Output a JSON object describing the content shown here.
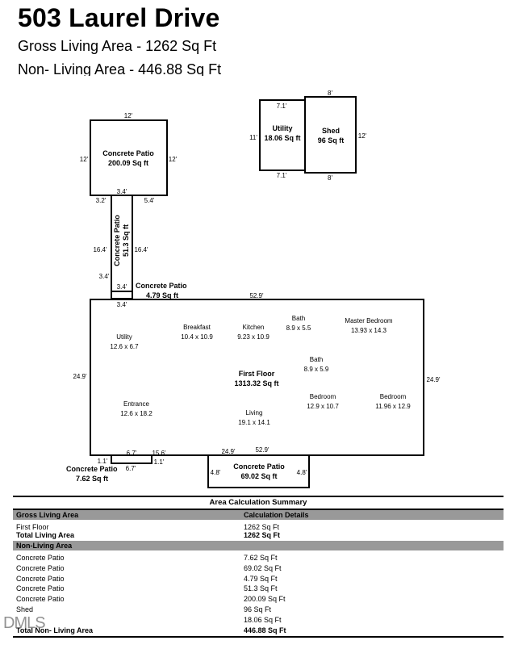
{
  "header": {
    "title": "503 Laurel Drive",
    "gross_living": "Gross Living Area - 1262 Sq Ft",
    "non_living": "Non- Living Area - 446.88 Sq Ft"
  },
  "plan": {
    "patio_top": {
      "name": "Concrete Patio",
      "area": "200.09 Sq ft",
      "top": "12'",
      "left": "12'",
      "right": "12'",
      "bottom_a": "3.2'",
      "bottom_b": "3.4'",
      "bottom_c": "5.4'"
    },
    "patio_vert": {
      "name": "Concrete Patio",
      "area": "51.3 Sq ft",
      "left": "16.4'",
      "right": "16.4'",
      "left_low": "3.4'"
    },
    "patio_small": {
      "name": "Concrete Patio",
      "area": "4.79 Sq ft",
      "top": "3.4'",
      "bottom": "3.4'"
    },
    "utility": {
      "name": "Utility",
      "area": "18.06 Sq ft",
      "top": "7.1'",
      "bottom": "7.1'",
      "left": "11'"
    },
    "shed": {
      "name": "Shed",
      "area": "96 Sq ft",
      "top": "8'",
      "bottom": "8'",
      "right": "12'"
    },
    "first_floor": {
      "name": "First Floor",
      "area": "1313.32 Sq ft",
      "top": "52.9'",
      "left": "24.9'",
      "right": "24.9'",
      "bottom_a": "6.7'",
      "bottom_b": "15.6'",
      "bottom_c": "24.9'",
      "bottom_d": "52.9'",
      "rooms": [
        {
          "name": "Utility",
          "size": "12.6 x 6.7"
        },
        {
          "name": "Breakfast",
          "size": "10.4 x 10.9"
        },
        {
          "name": "Kitchen",
          "size": "9.23 x 10.9"
        },
        {
          "name": "Bath",
          "size": "8.9 x 5.5"
        },
        {
          "name": "Master Bedroom",
          "size": "13.93 x 14.3"
        },
        {
          "name": "Bath",
          "size": "8.9 x 5.9"
        },
        {
          "name": "Entrance",
          "size": "12.6 x 18.2"
        },
        {
          "name": "Bedroom",
          "size": "12.9 x 10.7"
        },
        {
          "name": "Bedroom",
          "size": "11.96 x 12.9"
        },
        {
          "name": "Living",
          "size": "19.1 x 14.1"
        }
      ]
    },
    "patio_bottom_left": {
      "name": "Concrete Patio",
      "area": "7.62 Sq ft",
      "left": "1.1'",
      "right": "1.1'",
      "bottom": "6.7'"
    },
    "patio_bottom": {
      "name": "Concrete Patio",
      "area": "69.02 Sq ft",
      "left": "4.8'",
      "right": "4.8'"
    }
  },
  "summary": {
    "title": "Area Calculation Summary",
    "gross_header": "Gross Living Area",
    "calc_header": "Calculation Details",
    "gross_rows": [
      {
        "label": "First Floor",
        "value": "1262 Sq Ft"
      },
      {
        "label": "Total Living Area",
        "value": "1262 Sq Ft"
      }
    ],
    "nonliving_header": "Non-Living Area",
    "nonliving_rows": [
      {
        "label": "Concrete Patio",
        "value": "7.62 Sq Ft"
      },
      {
        "label": "Concrete Patio",
        "value": "69.02 Sq Ft"
      },
      {
        "label": "Concrete Patio",
        "value": "4.79 Sq Ft"
      },
      {
        "label": "Concrete Patio",
        "value": "51.3 Sq Ft"
      },
      {
        "label": "Concrete Patio",
        "value": "200.09 Sq Ft"
      },
      {
        "label": "Shed",
        "value": "96 Sq Ft"
      },
      {
        "label": "",
        "value": "18.06 Sq Ft"
      },
      {
        "label": "Total Non- Living Area",
        "value": "446.88 Sq Ft"
      }
    ]
  },
  "watermark": "DMLS"
}
